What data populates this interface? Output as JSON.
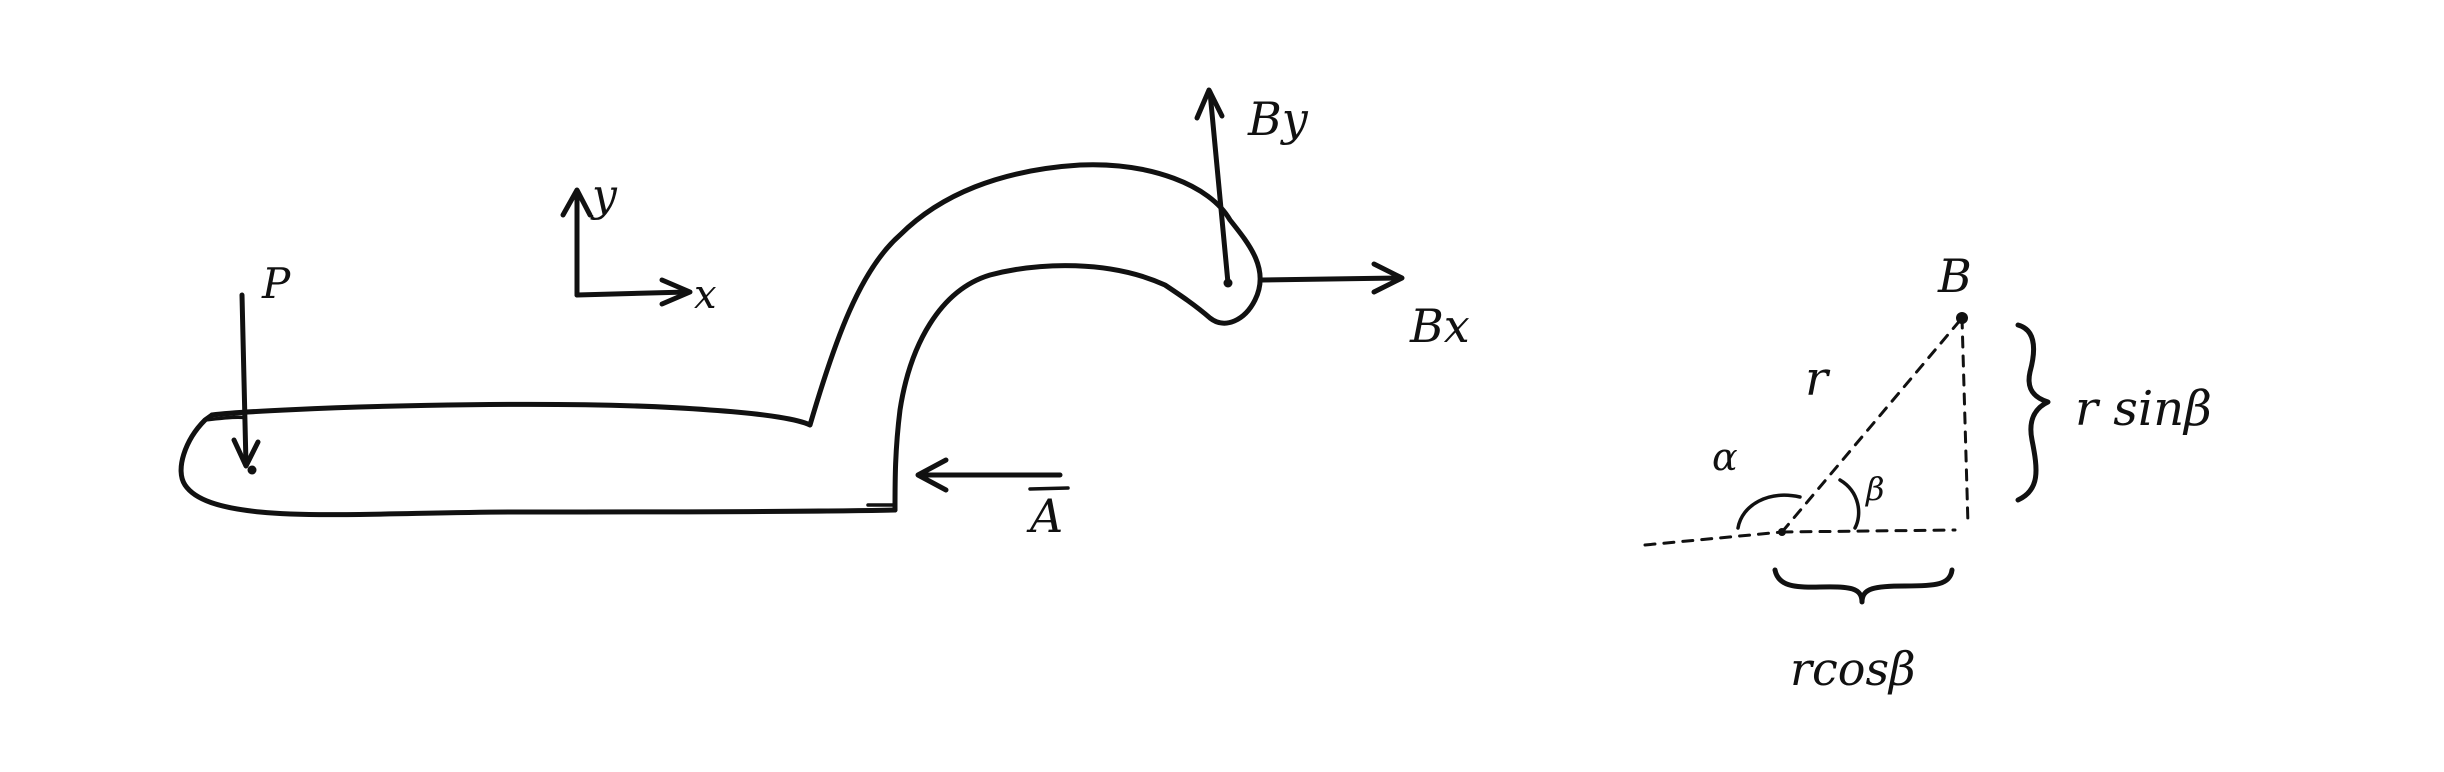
{
  "labels": {
    "force_p": "P",
    "axis_y": "y",
    "axis_x": "x",
    "force_by": "By",
    "force_bx": "Bx",
    "force_a": "A",
    "point_b": "B",
    "radius": "r",
    "angle_alpha": "α",
    "angle_beta": "β",
    "r_sin_beta": "r sinβ",
    "r_cos_beta": "rcosβ"
  }
}
